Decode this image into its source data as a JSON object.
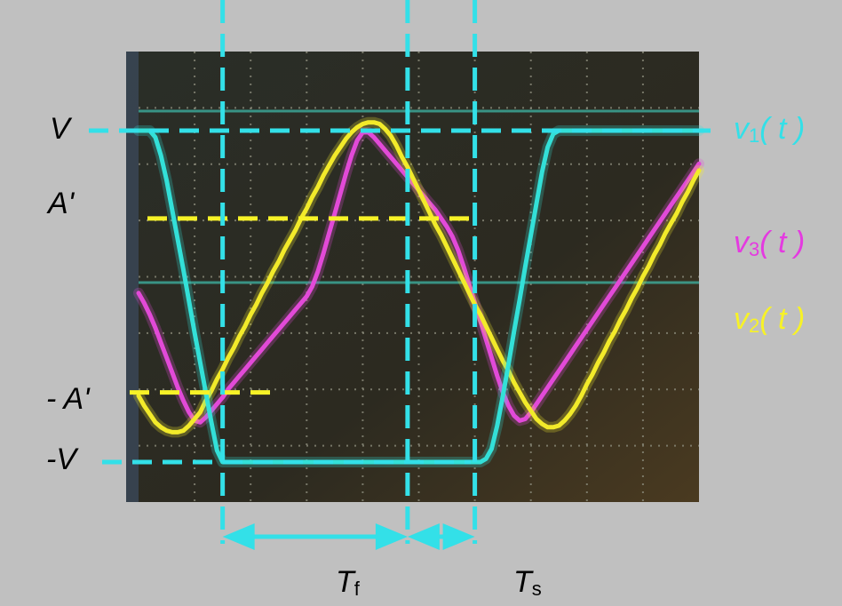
{
  "chart_data": {
    "type": "line",
    "x": [
      0.0,
      0.1,
      0.2,
      0.3,
      0.4,
      0.5,
      0.6,
      0.7,
      0.8,
      0.9,
      1.0,
      1.1,
      1.2,
      1.3,
      1.4,
      1.5,
      1.6,
      1.7,
      1.8,
      1.9,
      2.0,
      2.1,
      2.2,
      2.3,
      2.4,
      2.5,
      2.6,
      2.7,
      2.8,
      2.9,
      3.0,
      3.1,
      3.2,
      3.3,
      3.4,
      3.5,
      3.6,
      3.7,
      3.8,
      3.9,
      4.0,
      4.1,
      4.2,
      4.3,
      4.4,
      4.5,
      4.6,
      4.7,
      4.8,
      4.9,
      5.0,
      5.1,
      5.2,
      5.3,
      5.4,
      5.5,
      5.6,
      5.7,
      5.8,
      5.9,
      6.0,
      6.1,
      6.2,
      6.3,
      6.4,
      6.5,
      6.6,
      6.7,
      6.8,
      6.9,
      7.0,
      7.1,
      7.2,
      7.3,
      7.4,
      7.5,
      7.6,
      7.7,
      7.8,
      7.9,
      8.0,
      8.1,
      8.2,
      8.3,
      8.4,
      8.5,
      8.6,
      8.7,
      8.8,
      8.9,
      9.0,
      9.1,
      9.2,
      9.3,
      9.4,
      9.5,
      9.6,
      9.7,
      9.8,
      9.9,
      10.0
    ],
    "series": [
      {
        "name": "v1(t)",
        "color": "#33e0d8",
        "values": [
          1.0,
          1.0,
          1.0,
          0.96,
          0.85,
          0.7,
          0.52,
          0.34,
          0.16,
          -0.03,
          -0.22,
          -0.4,
          -0.58,
          -0.76,
          -0.93,
          -1.0,
          -1.0,
          -1.0,
          -1.0,
          -1.0,
          -1.0,
          -1.0,
          -1.0,
          -1.0,
          -1.0,
          -1.0,
          -1.0,
          -1.0,
          -1.0,
          -1.0,
          -1.0,
          -1.0,
          -1.0,
          -1.0,
          -1.0,
          -1.0,
          -1.0,
          -1.0,
          -1.0,
          -1.0,
          -1.0,
          -1.0,
          -1.0,
          -1.0,
          -1.0,
          -1.0,
          -1.0,
          -1.0,
          -1.0,
          -1.0,
          -1.0,
          -1.0,
          -1.0,
          -1.0,
          -1.0,
          -1.0,
          -1.0,
          -1.0,
          -1.0,
          -1.0,
          -1.0,
          -1.0,
          -0.98,
          -0.92,
          -0.78,
          -0.6,
          -0.41,
          -0.21,
          -0.02,
          0.18,
          0.37,
          0.56,
          0.75,
          0.9,
          0.98,
          1.0,
          1.0,
          1.0,
          1.0,
          1.0,
          1.0,
          1.0,
          1.0,
          1.0,
          1.0,
          1.0,
          1.0,
          1.0,
          1.0,
          1.0,
          1.0,
          1.0,
          1.0,
          1.0,
          1.0,
          1.0,
          1.0,
          1.0,
          1.0,
          1.0,
          1.0
        ]
      },
      {
        "name": "v2(t)",
        "color": "#f2ea2a",
        "values": [
          -0.6,
          -0.66,
          -0.71,
          -0.76,
          -0.79,
          -0.81,
          -0.82,
          -0.82,
          -0.81,
          -0.78,
          -0.74,
          -0.7,
          -0.63,
          -0.57,
          -0.5,
          -0.44,
          -0.37,
          -0.31,
          -0.24,
          -0.18,
          -0.11,
          -0.05,
          0.02,
          0.08,
          0.15,
          0.21,
          0.28,
          0.34,
          0.4,
          0.47,
          0.53,
          0.6,
          0.66,
          0.73,
          0.79,
          0.85,
          0.9,
          0.95,
          0.99,
          1.02,
          1.04,
          1.05,
          1.05,
          1.04,
          1.01,
          0.97,
          0.91,
          0.84,
          0.78,
          0.71,
          0.64,
          0.57,
          0.5,
          0.43,
          0.37,
          0.3,
          0.23,
          0.16,
          0.09,
          0.02,
          -0.05,
          -0.11,
          -0.18,
          -0.25,
          -0.32,
          -0.39,
          -0.45,
          -0.52,
          -0.58,
          -0.64,
          -0.69,
          -0.74,
          -0.77,
          -0.79,
          -0.79,
          -0.78,
          -0.75,
          -0.71,
          -0.66,
          -0.6,
          -0.53,
          -0.47,
          -0.4,
          -0.34,
          -0.27,
          -0.21,
          -0.14,
          -0.08,
          -0.01,
          0.05,
          0.12,
          0.18,
          0.25,
          0.31,
          0.38,
          0.44,
          0.5,
          0.57,
          0.63,
          0.7,
          0.76
        ]
      },
      {
        "name": "v3(t)",
        "color": "#e24ad8",
        "values": [
          0.02,
          -0.04,
          -0.11,
          -0.19,
          -0.28,
          -0.37,
          -0.46,
          -0.55,
          -0.63,
          -0.7,
          -0.75,
          -0.76,
          -0.73,
          -0.69,
          -0.65,
          -0.61,
          -0.56,
          -0.52,
          -0.48,
          -0.44,
          -0.4,
          -0.36,
          -0.32,
          -0.28,
          -0.24,
          -0.2,
          -0.16,
          -0.12,
          -0.08,
          -0.04,
          0.0,
          0.06,
          0.15,
          0.26,
          0.38,
          0.5,
          0.62,
          0.74,
          0.85,
          0.94,
          0.99,
          0.99,
          0.96,
          0.92,
          0.88,
          0.84,
          0.8,
          0.76,
          0.72,
          0.68,
          0.64,
          0.6,
          0.56,
          0.52,
          0.47,
          0.42,
          0.36,
          0.28,
          0.18,
          0.07,
          -0.04,
          -0.15,
          -0.26,
          -0.37,
          -0.48,
          -0.58,
          -0.66,
          -0.72,
          -0.75,
          -0.74,
          -0.7,
          -0.65,
          -0.6,
          -0.55,
          -0.5,
          -0.45,
          -0.4,
          -0.35,
          -0.3,
          -0.25,
          -0.2,
          -0.15,
          -0.1,
          -0.05,
          0.0,
          0.05,
          0.1,
          0.15,
          0.2,
          0.25,
          0.3,
          0.35,
          0.4,
          0.45,
          0.5,
          0.55,
          0.6,
          0.65,
          0.7,
          0.75,
          0.8
        ]
      }
    ],
    "annotations": {
      "level_V": {
        "text": "V",
        "value": 1.0,
        "color": "#33e0e8"
      },
      "level_A": {
        "text": "A'",
        "value": 0.47,
        "color": "#f7f227"
      },
      "level_minus_A": {
        "text": "- A'",
        "value": -0.58,
        "color": "#f7f227"
      },
      "level_minus_V": {
        "text": "-V",
        "value": -1.0,
        "color": "#33e0e8"
      },
      "markers_t": [
        1.5,
        4.8,
        6.0
      ],
      "marker_color": "#33e0e8",
      "span_Tf": {
        "sym": "T",
        "sub": "f",
        "from": 1.5,
        "to": 4.8
      },
      "span_Ts": {
        "sym": "T",
        "sub": "s",
        "from": 4.8,
        "to": 6.0
      }
    },
    "trace_labels": [
      {
        "sym": "v",
        "sub": "1",
        "args": "( t )",
        "color": "#33e0e8"
      },
      {
        "sym": "v",
        "sub": "3",
        "args": "( t )",
        "color": "#e43ae0"
      },
      {
        "sym": "v",
        "sub": "2",
        "args": "( t )",
        "color": "#f7f227"
      }
    ],
    "grid": true,
    "screen_color": "#2a2a22",
    "grid_color": "#8a8a7a"
  }
}
